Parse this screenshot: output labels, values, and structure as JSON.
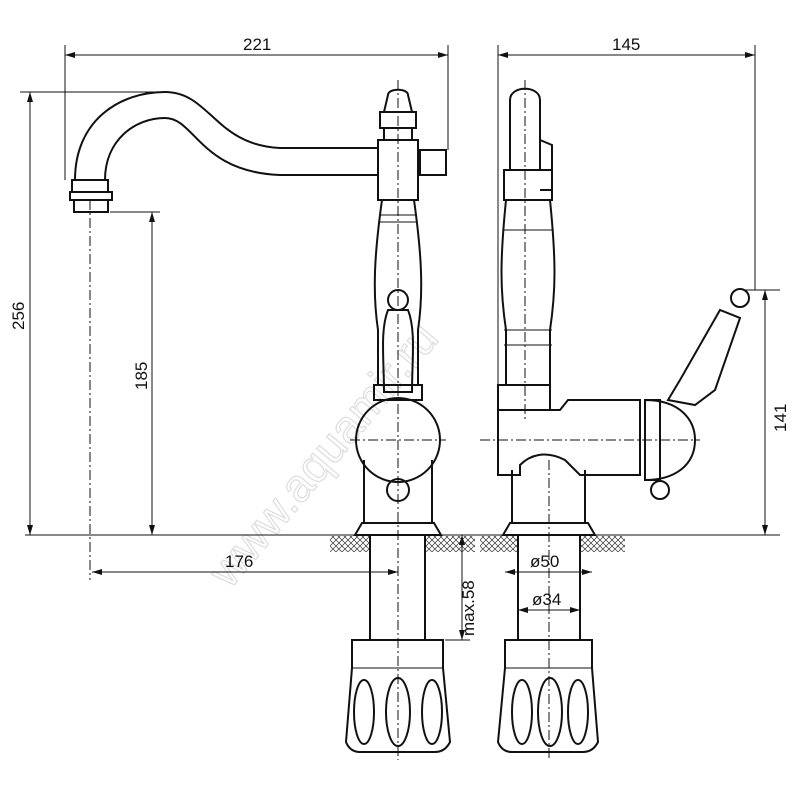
{
  "drawing": {
    "title": "Faucet dimension drawing",
    "watermark": "www.aquamir.ru",
    "dimensions": {
      "spout_reach_total": "221",
      "side_depth": "145",
      "total_height": "256",
      "spout_height": "185",
      "spout_reach": "176",
      "max_counter_thickness": "max.58",
      "base_diameter": "ø50",
      "pipe_diameter": "ø34",
      "handle_height": "141"
    }
  }
}
